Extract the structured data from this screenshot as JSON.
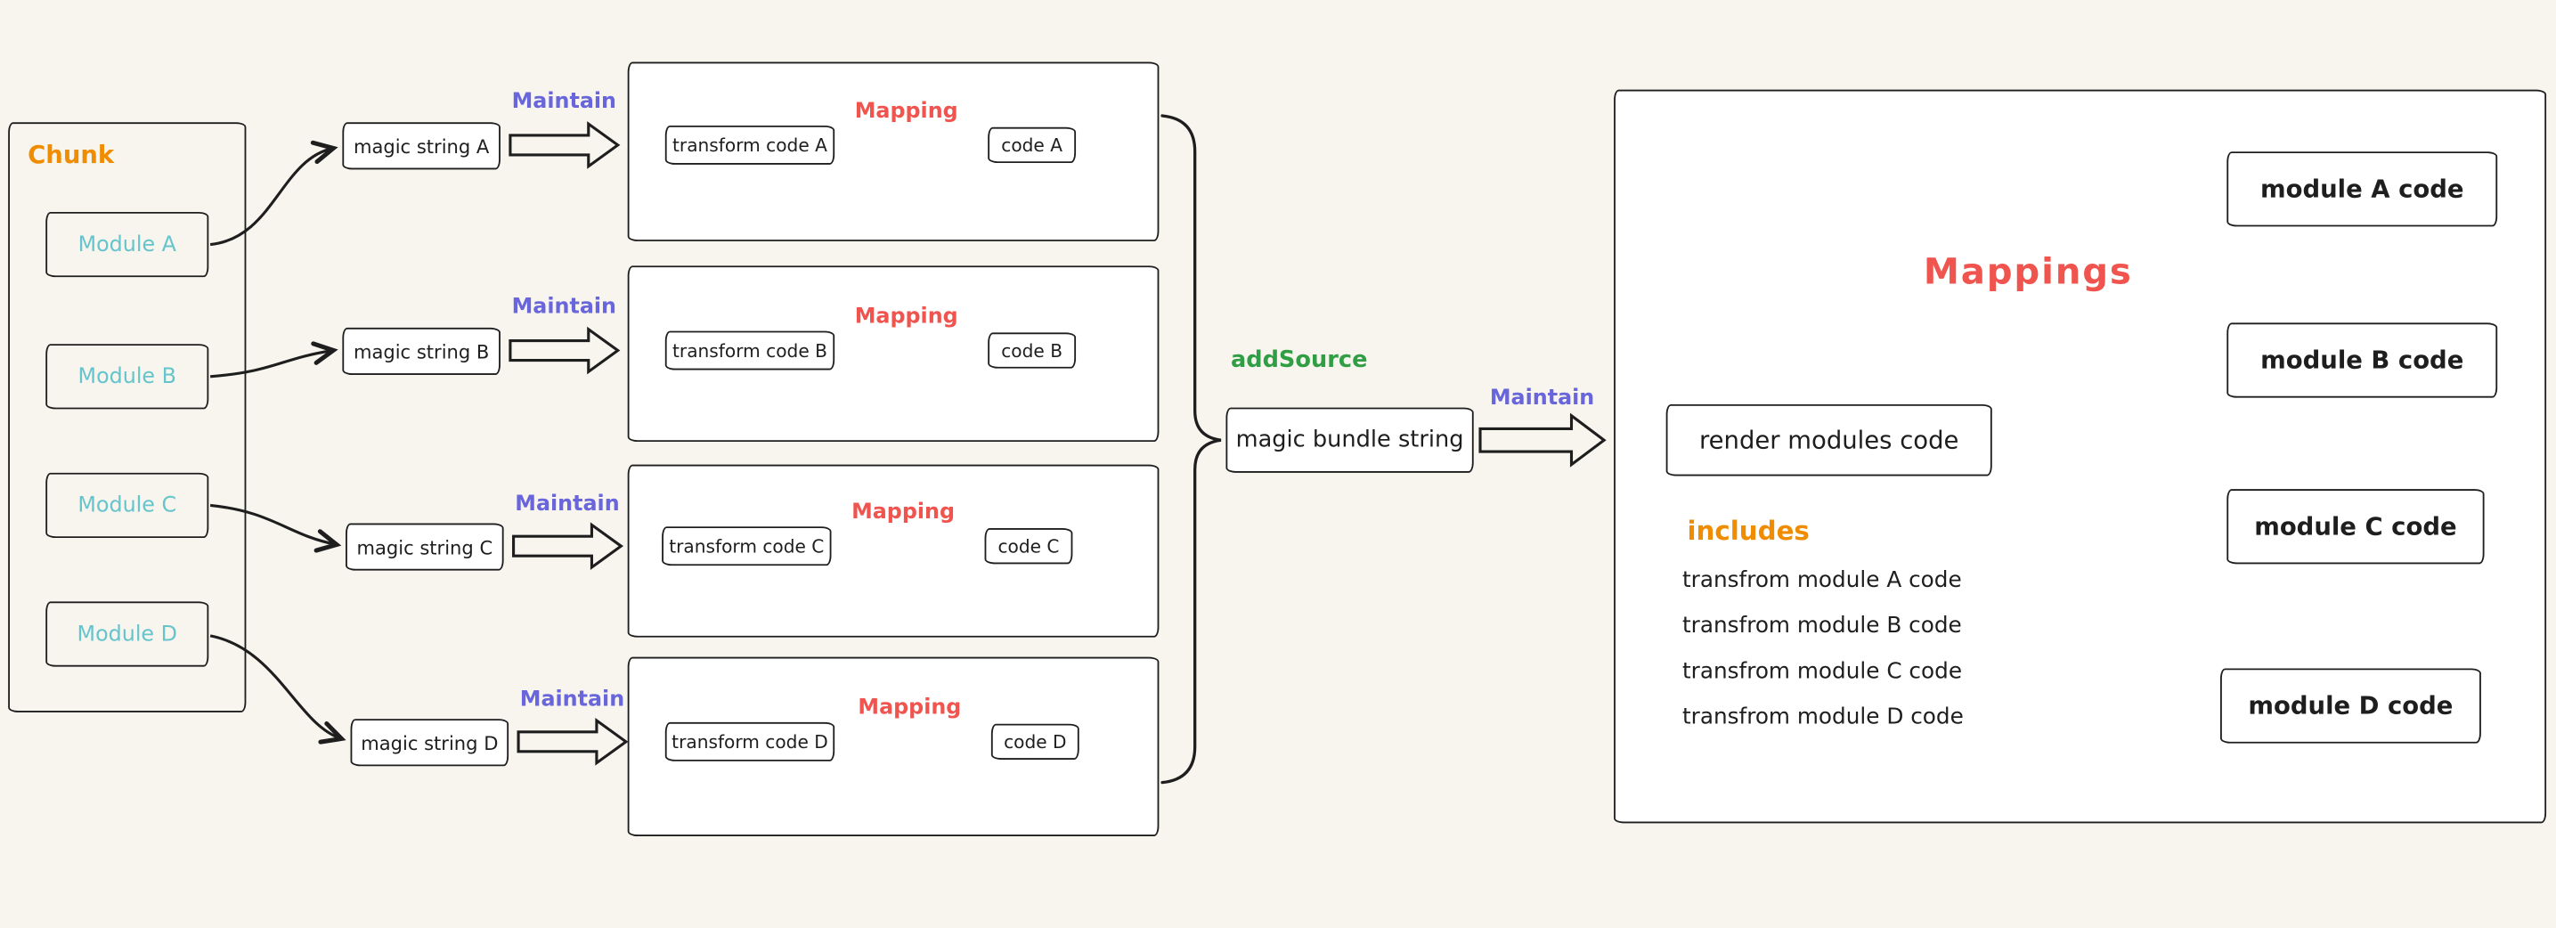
{
  "diagram": {
    "chunk": {
      "title": "Chunk",
      "modules": [
        "Module A",
        "Module B",
        "Module C",
        "Module D"
      ]
    },
    "magic_strings": [
      "magic string A",
      "magic string B",
      "magic string C",
      "magic string D"
    ],
    "labels": {
      "maintain": "Maintain",
      "mapping": "Mapping",
      "add_source": "addSource"
    },
    "transform_rows": [
      {
        "transform": "transform code A",
        "code": "code A"
      },
      {
        "transform": "transform code B",
        "code": "code B"
      },
      {
        "transform": "transform code C",
        "code": "code C"
      },
      {
        "transform": "transform code D",
        "code": "code D"
      }
    ],
    "bundle_box": "magic bundle string",
    "result": {
      "mappings_title": "Mappings",
      "render_box": "render modules code",
      "module_code_boxes": [
        "module A code",
        "module B code",
        "module C code",
        "module D code"
      ],
      "includes_title": "includes",
      "includes_items": [
        "transfrom module A code",
        "transfrom module B code",
        "transfrom module C code",
        "transfrom module D code"
      ]
    },
    "colors": {
      "background": "#f7f5ee",
      "ink": "#1e1e1e",
      "orange": "#f08c00",
      "teal": "#66c4cc",
      "purple": "#6965db",
      "red": "#f0544f",
      "green": "#2f9e44"
    }
  }
}
